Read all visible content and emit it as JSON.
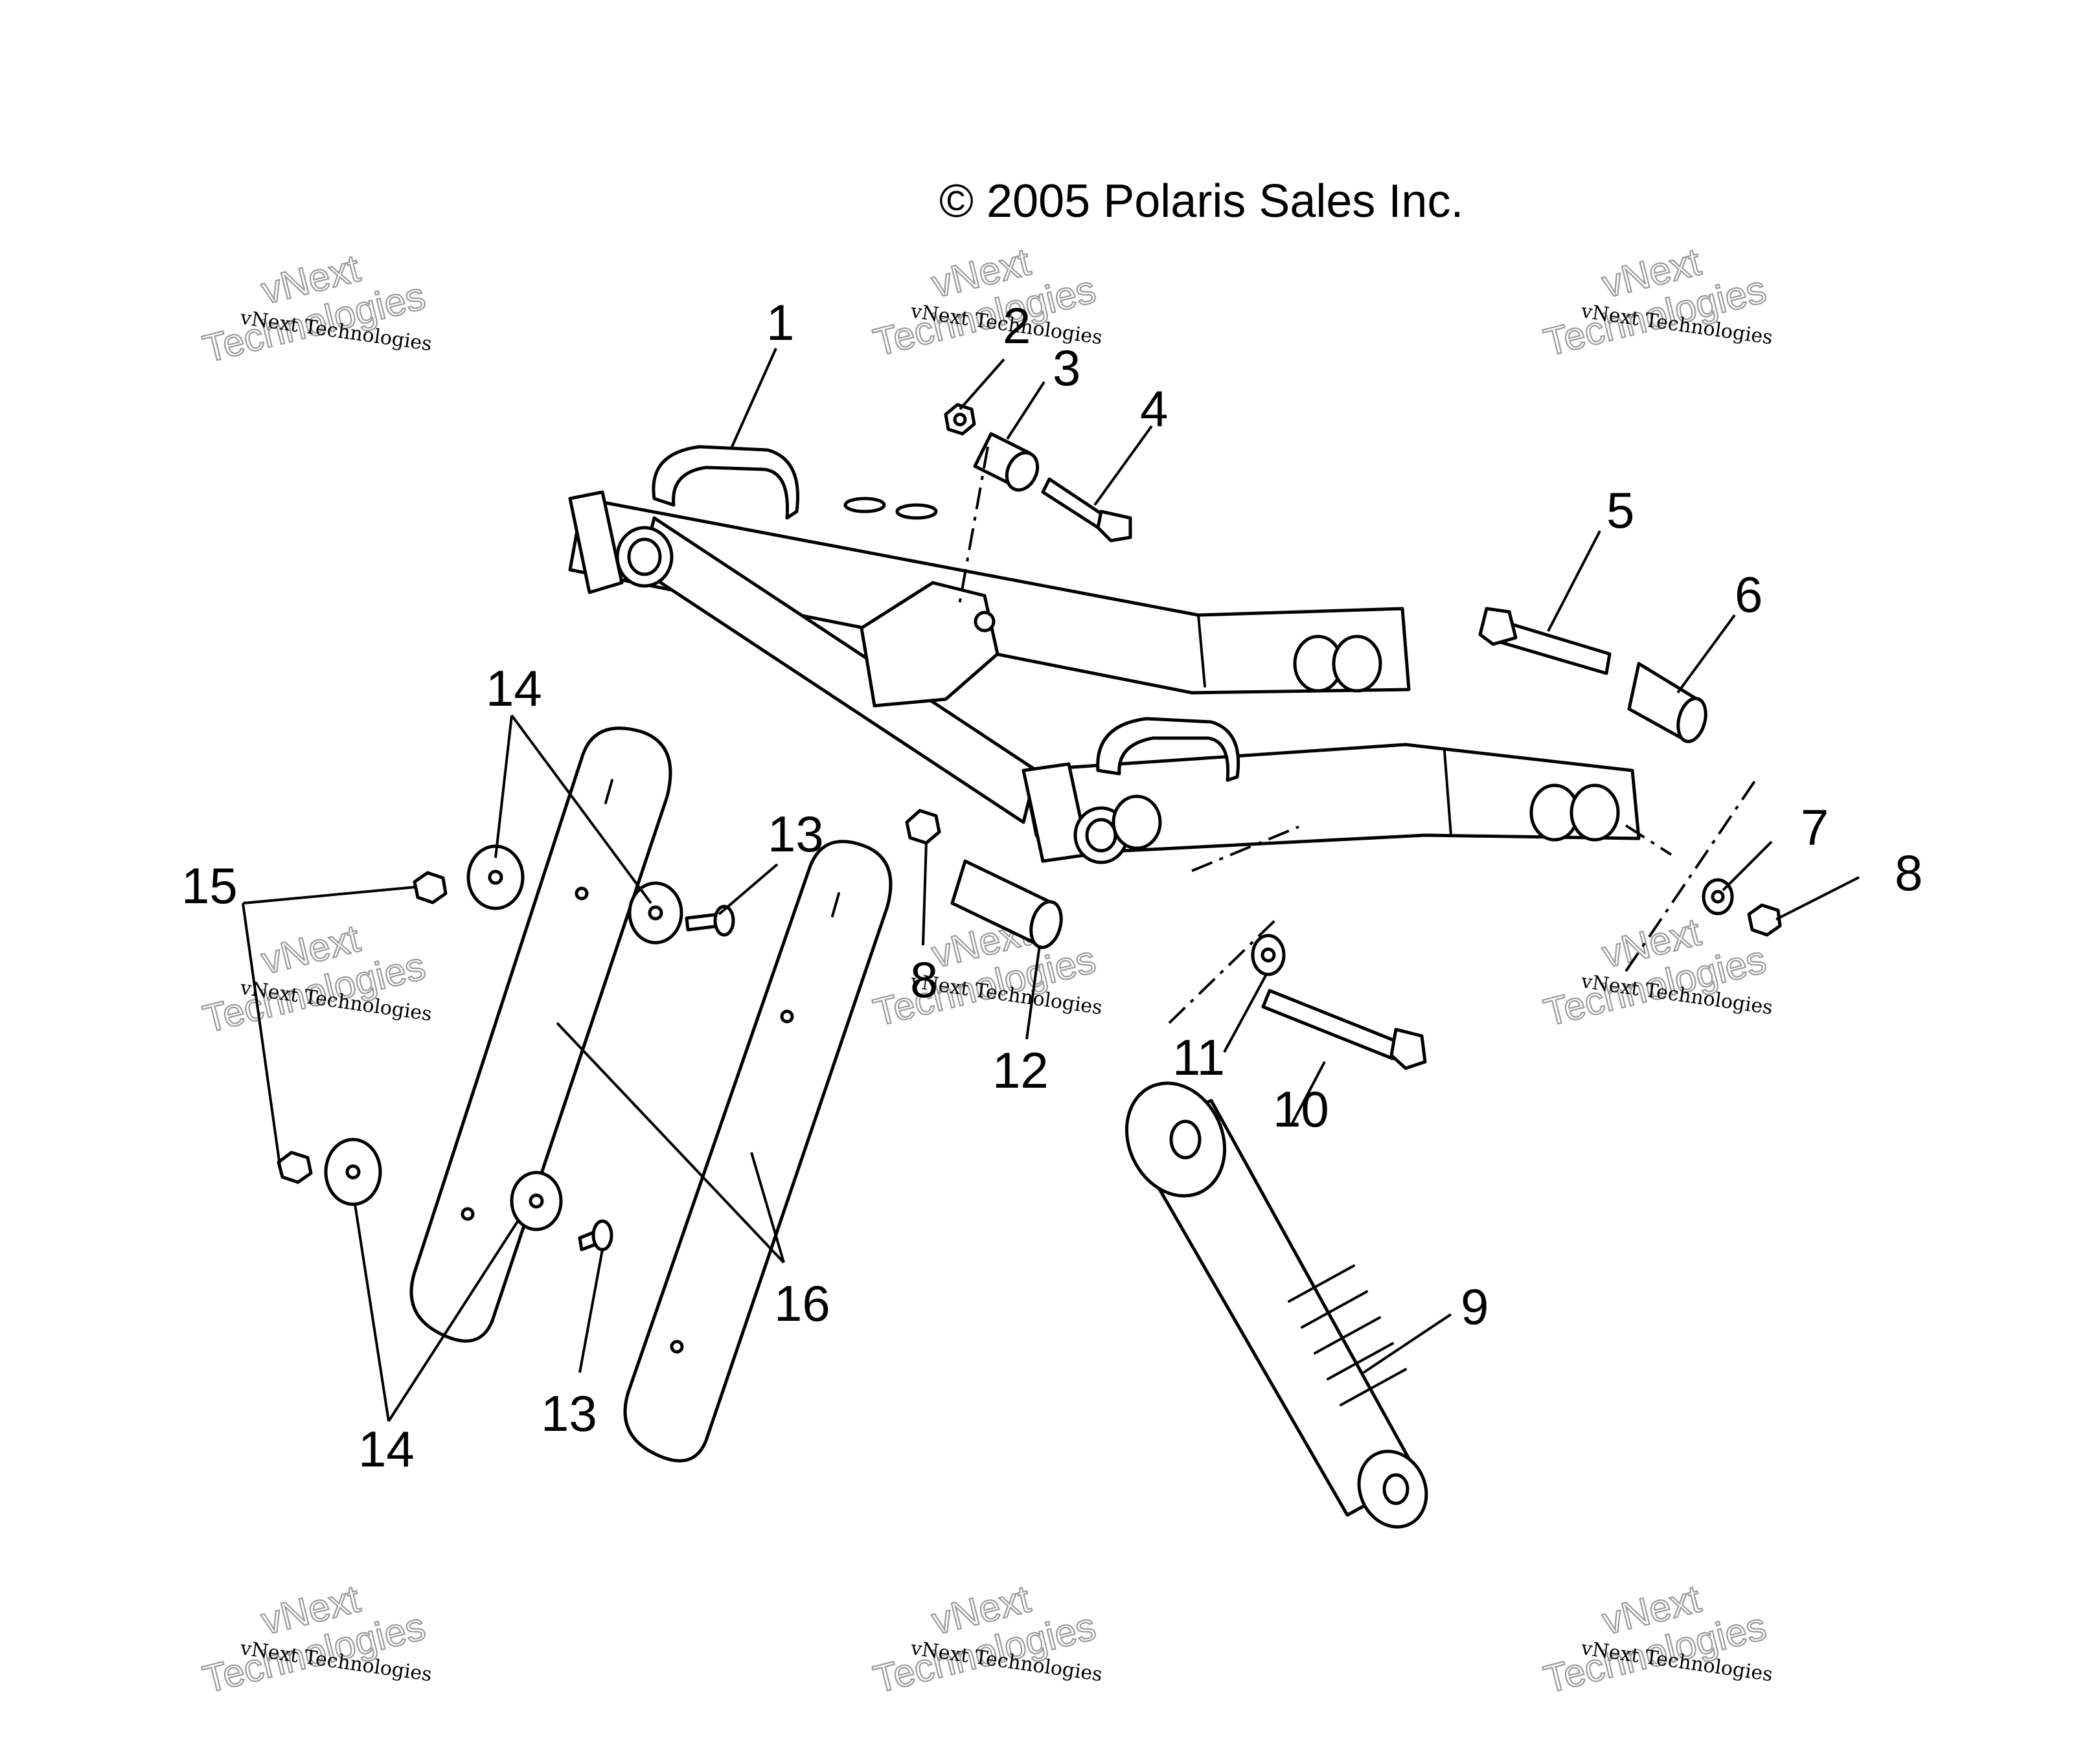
{
  "copyright": "© 2005 Polaris Sales Inc.",
  "watermark": {
    "small_text": "vNext Technologies",
    "large_line1": "vNext",
    "large_line2": "Technologies"
  },
  "callouts": {
    "c1": "1",
    "c2": "2",
    "c3": "3",
    "c4": "4",
    "c5": "5",
    "c6": "6",
    "c7": "7",
    "c8": "8",
    "c8b": "8",
    "c9": "9",
    "c10": "10",
    "c11": "11",
    "c12": "12",
    "c13a": "13",
    "c13b": "13",
    "c14a": "14",
    "c14b": "14",
    "c15": "15",
    "c16": "16"
  }
}
